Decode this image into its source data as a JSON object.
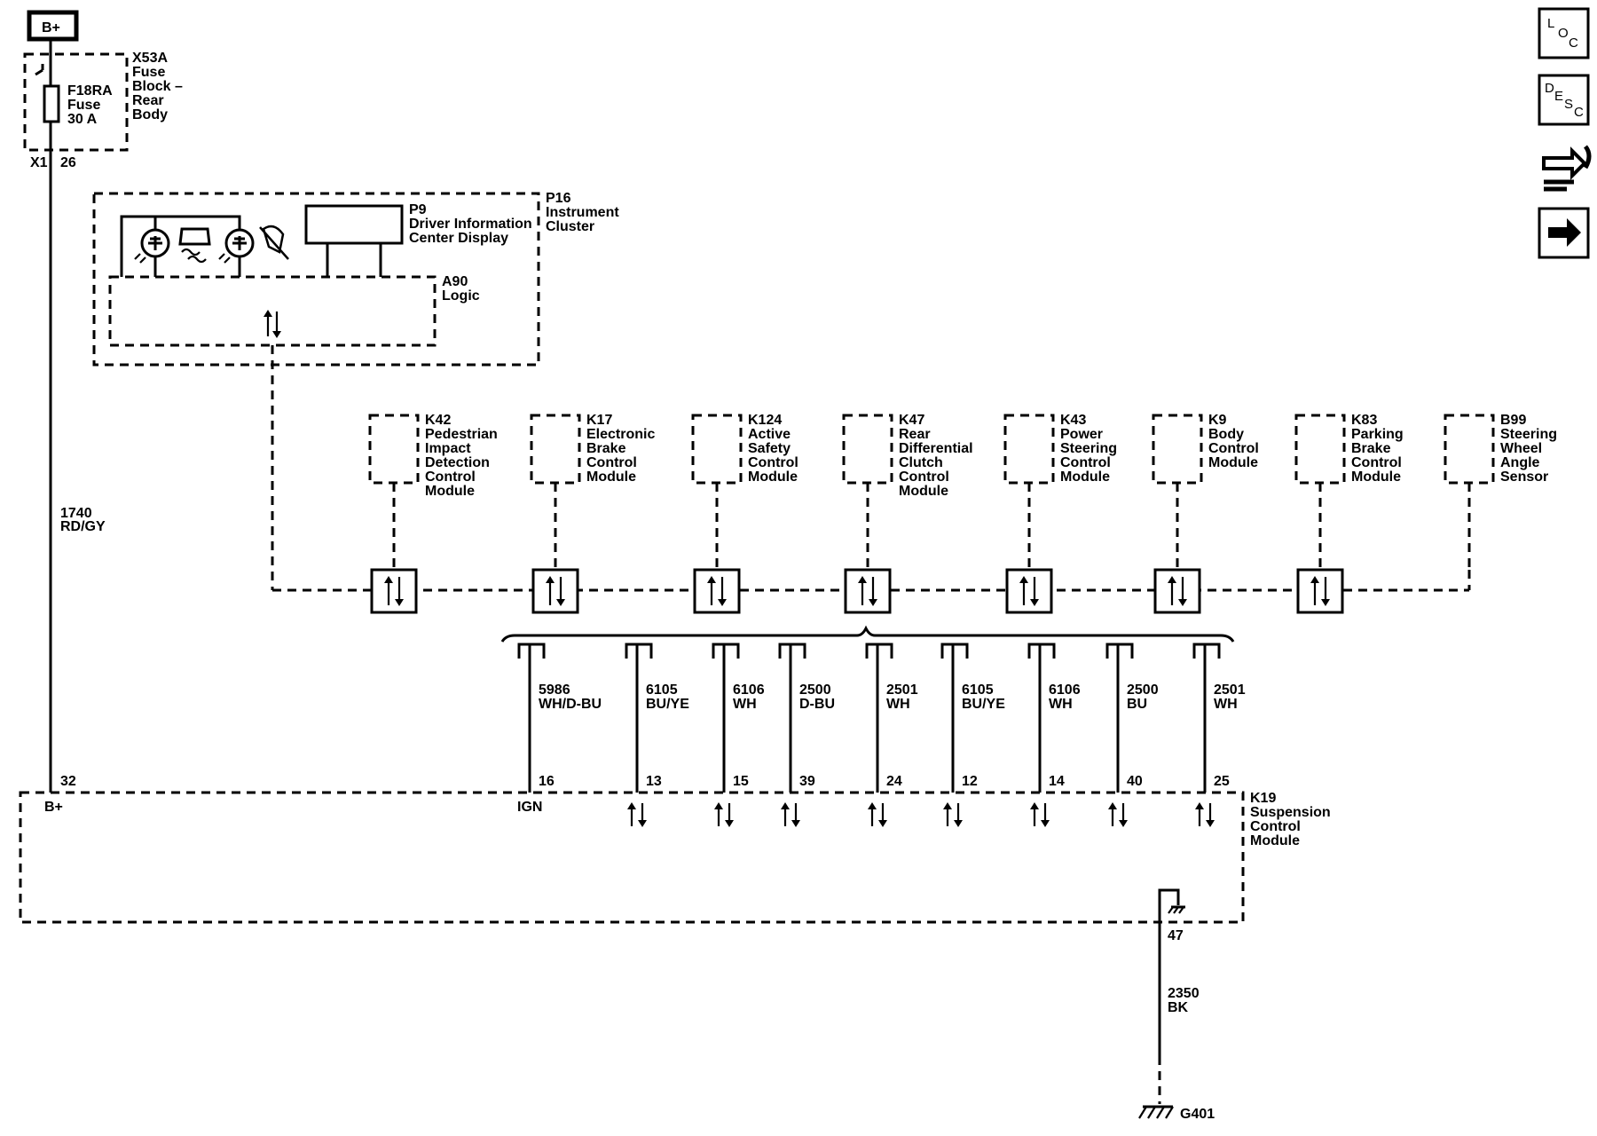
{
  "power": {
    "battery_label": "B+",
    "fuse_block_id": "X53A",
    "fuse_block_lines": [
      "Fuse",
      "Block –",
      "Rear",
      "Body"
    ],
    "fuse_id": "F18RA",
    "fuse_lines": [
      "Fuse",
      "30 A"
    ],
    "connector": "X1",
    "pin": "26",
    "wire_circuit": "1740",
    "wire_color": "RD/GY"
  },
  "cluster": {
    "id": "P16",
    "name_lines": [
      "Instrument",
      "Cluster"
    ],
    "display_id": "P9",
    "display_lines": [
      "Driver Information",
      "Center Display"
    ],
    "logic_id": "A90",
    "logic_name": "Logic"
  },
  "modules": [
    {
      "id": "K42",
      "lines": [
        "Pedestrian",
        "Impact",
        "Detection",
        "Control",
        "Module"
      ]
    },
    {
      "id": "K17",
      "lines": [
        "Electronic",
        "Brake",
        "Control",
        "Module"
      ]
    },
    {
      "id": "K124",
      "lines": [
        "Active",
        "Safety",
        "Control",
        "Module"
      ]
    },
    {
      "id": "K47",
      "lines": [
        "Rear",
        "Differential",
        "Clutch",
        "Control",
        "Module"
      ]
    },
    {
      "id": "K43",
      "lines": [
        "Power",
        "Steering",
        "Control",
        "Module"
      ]
    },
    {
      "id": "K9",
      "lines": [
        "Body",
        "Control",
        "Module"
      ]
    },
    {
      "id": "K83",
      "lines": [
        "Parking",
        "Brake",
        "Control",
        "Module"
      ]
    },
    {
      "id": "B99",
      "lines": [
        "Steering",
        "Wheel",
        "Angle",
        "Sensor"
      ]
    }
  ],
  "wires": [
    {
      "circuit": "5986",
      "color": "WH/D-BU",
      "pin": "16",
      "terminal": "IGN",
      "data": false
    },
    {
      "circuit": "6105",
      "color": "BU/YE",
      "pin": "13",
      "terminal": "",
      "data": true
    },
    {
      "circuit": "6106",
      "color": "WH",
      "pin": "15",
      "terminal": "",
      "data": true
    },
    {
      "circuit": "2500",
      "color": "D-BU",
      "pin": "39",
      "terminal": "",
      "data": true
    },
    {
      "circuit": "2501",
      "color": "WH",
      "pin": "24",
      "terminal": "",
      "data": true
    },
    {
      "circuit": "6105",
      "color": "BU/YE",
      "pin": "12",
      "terminal": "",
      "data": true
    },
    {
      "circuit": "6106",
      "color": "WH",
      "pin": "14",
      "terminal": "",
      "data": true
    },
    {
      "circuit": "2500",
      "color": "BU",
      "pin": "40",
      "terminal": "",
      "data": true
    },
    {
      "circuit": "2501",
      "color": "WH",
      "pin": "25",
      "terminal": "",
      "data": true
    }
  ],
  "scm": {
    "id": "K19",
    "name_lines": [
      "Suspension",
      "Control",
      "Module"
    ],
    "bplus_pin": "32",
    "bplus_label": "B+",
    "ground_pin": "47"
  },
  "ground": {
    "wire_circuit": "2350",
    "wire_color": "BK",
    "id": "G401"
  },
  "nav": [
    {
      "name": "loc-button",
      "letters": [
        "L",
        "O",
        "C"
      ]
    },
    {
      "name": "desc-button",
      "letters": [
        "D",
        "E",
        "S",
        "C"
      ]
    }
  ]
}
